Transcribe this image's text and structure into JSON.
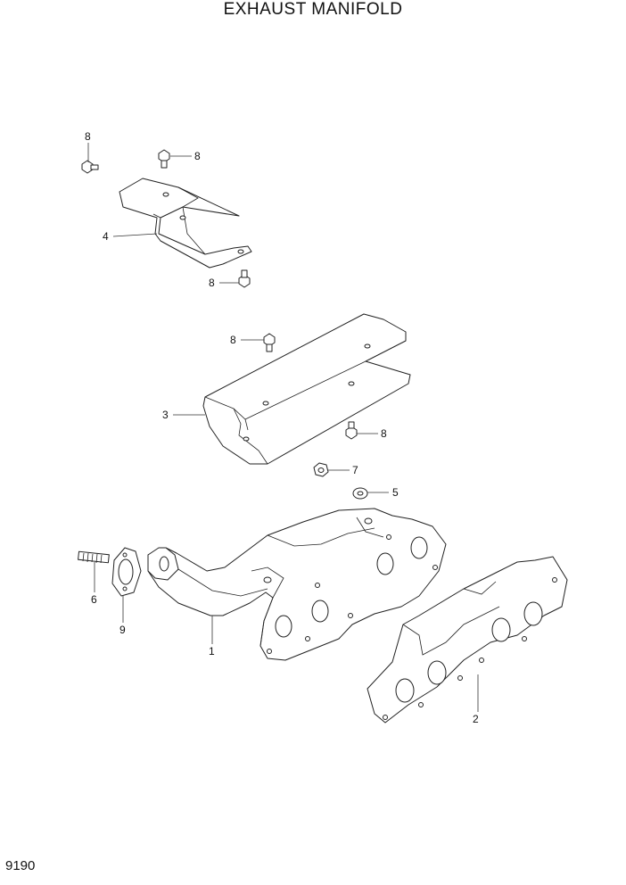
{
  "header": {
    "title": "EXHAUST MANIFOLD"
  },
  "footer": {
    "page_number": "9190"
  },
  "callouts": {
    "c8a": "8",
    "c8b": "8",
    "c8c": "8",
    "c8d": "8",
    "c8e": "8",
    "c4": "4",
    "c3": "3",
    "c7": "7",
    "c5": "5",
    "c6": "6",
    "c9": "9",
    "c1": "1",
    "c2": "2"
  }
}
